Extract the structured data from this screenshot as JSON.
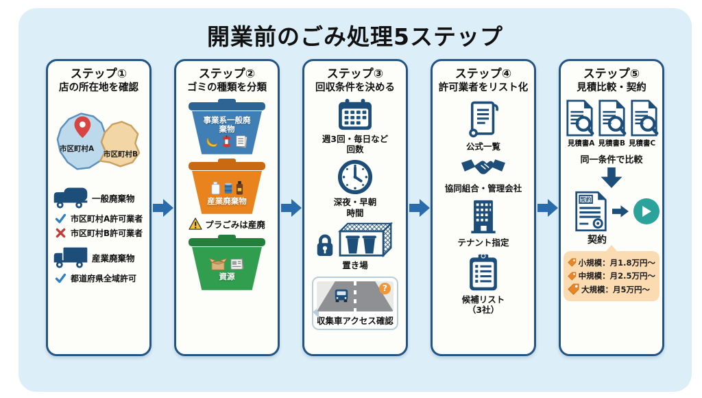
{
  "title": "開業前のごみ処理5ステップ",
  "colors": {
    "canvas_bg": "#dceef8",
    "panel_bg": "#fdfdf9",
    "panel_border": "#235484",
    "navy": "#1d4e79",
    "flow_arrow_blue": "#2a6cab",
    "region_a_fill": "#bdd9ec",
    "region_b_fill": "#f2d6a6",
    "pin_red": "#d64541",
    "bin_blue": "#3f7fb5",
    "bin_orange": "#e8831d",
    "bin_green": "#319e4f",
    "check_blue": "#2f7fc1",
    "cross_red": "#c43c35",
    "warning_yellow": "#f6c430",
    "play_teal": "#2ba39b",
    "price_bubble_peach": "#fbdcb2",
    "tag_orange": "#e8872a",
    "question_orange": "#f0953a"
  },
  "steps": [
    {
      "label": "ステップ①",
      "heading": "店の所在地を確認",
      "map": {
        "region_a": "市区町村A",
        "region_b": "市区町村B"
      },
      "rows": [
        {
          "label": "一般廃棄物"
        },
        {
          "label": "市区町村A許可業者"
        },
        {
          "label": "市区町村B許可業者"
        },
        {
          "label": "産業廃棄物"
        },
        {
          "label": "都道府県全域許可"
        }
      ]
    },
    {
      "label": "ステップ②",
      "heading": "ゴミの種類を分類",
      "bins": [
        {
          "label": "事業系一般廃棄物"
        },
        {
          "label": "産業廃棄物"
        },
        {
          "label": "資源"
        }
      ],
      "warning": "プラごみは産廃"
    },
    {
      "label": "ステップ③",
      "heading": "回収条件を決める",
      "items": [
        {
          "line1": "週3回・毎日など",
          "line2": "回数"
        },
        {
          "line1": "深夜・早朝",
          "line2": "時間"
        },
        {
          "line1": "置き場",
          "line2": ""
        }
      ],
      "question": "?",
      "bubble": "収集車アクセス確認"
    },
    {
      "label": "ステップ④",
      "heading": "許可業者をリスト化",
      "items": [
        {
          "line1": "公式一覧",
          "line2": ""
        },
        {
          "line1": "協同組合・管理会社",
          "line2": ""
        },
        {
          "line1": "テナント指定",
          "line2": ""
        },
        {
          "line1": "候補リスト",
          "line2": "（3社）"
        }
      ]
    },
    {
      "label": "ステップ⑤",
      "heading": "見積比較・契約",
      "quotes": [
        "見積書A",
        "見積書B",
        "見積書C"
      ],
      "compare": "同一条件で比較",
      "contract_tag": "契約",
      "contract_label": "契約",
      "prices": [
        "小規模：月1.8万円〜",
        "中規模：月2.5万円〜",
        "大規模：月5万円〜"
      ]
    }
  ]
}
